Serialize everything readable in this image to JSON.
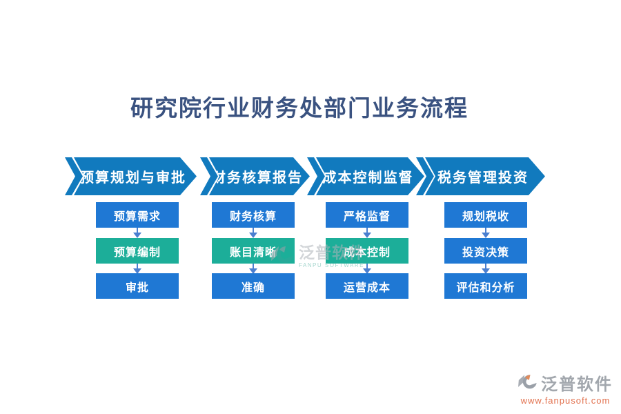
{
  "title": "研究院行业财务处部门业务流程",
  "stages": [
    {
      "name": "预算规划与审批",
      "steps": [
        {
          "label": "预算需求",
          "variant": "blue"
        },
        {
          "label": "预算编制",
          "variant": "teal"
        },
        {
          "label": "审批",
          "variant": "blue"
        }
      ]
    },
    {
      "name": "财务核算报告",
      "steps": [
        {
          "label": "财务核算",
          "variant": "blue"
        },
        {
          "label": "账目清晰",
          "variant": "teal"
        },
        {
          "label": "准确",
          "variant": "blue"
        }
      ]
    },
    {
      "name": "成本控制监督",
      "steps": [
        {
          "label": "严格监督",
          "variant": "blue"
        },
        {
          "label": "成本控制",
          "variant": "teal"
        },
        {
          "label": "运营成本",
          "variant": "blue"
        }
      ]
    },
    {
      "name": "税务管理投资",
      "steps": [
        {
          "label": "规划税收",
          "variant": "blue"
        },
        {
          "label": "投资决策",
          "variant": "blue"
        },
        {
          "label": "评估和分析",
          "variant": "blue"
        }
      ]
    }
  ],
  "watermark_center": {
    "brand": "泛普软件",
    "subtitle": "FANPU SOFTWARE"
  },
  "watermark_corner": {
    "brand": "泛普软件",
    "url": "www.fanpusoft.com"
  },
  "colors": {
    "banner_blue": "#117ABE",
    "box_blue": "#1F78D4",
    "box_teal": "#1CAE99",
    "title_navy": "#3A5280",
    "arrow_blue": "#4A7FD0",
    "url_orange": "#E2714E"
  }
}
